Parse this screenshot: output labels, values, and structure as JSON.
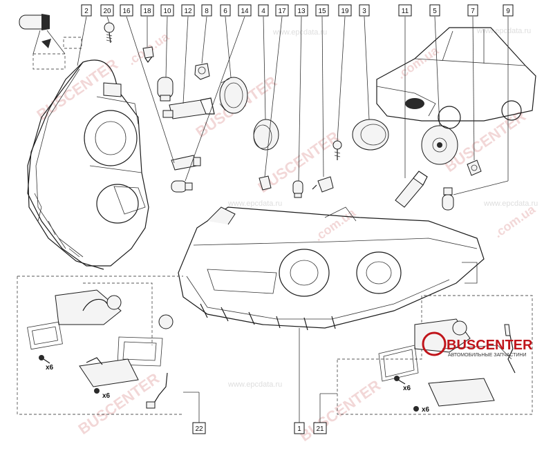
{
  "callouts": {
    "c1": "1",
    "c2": "2",
    "c3": "3",
    "c4": "4",
    "c5": "5",
    "c6": "6",
    "c7": "7",
    "c8": "8",
    "c9": "9",
    "c10": "10",
    "c11": "11",
    "c12": "12",
    "c13": "13",
    "c14": "14",
    "c15": "15",
    "c16": "16",
    "c17": "17",
    "c18": "18",
    "c19": "19",
    "c20": "20",
    "c21": "21",
    "c22": "22"
  },
  "quantities": {
    "left_screws": "x6",
    "left_small_screw": "x6",
    "right_screws": "x6",
    "right_small_screw": "x6"
  },
  "watermarks": {
    "brand": "BUSCENTER",
    "domain": ".com.ua",
    "epc": "www.epcdata.ru"
  },
  "logo": {
    "name": "BUSCENTER",
    "tagline": "АВТОМОБИЛЬНЫЕ ЗАПЧАСТИНИ"
  },
  "colors": {
    "watermark": "#e8b8b8",
    "logo_red": "#c0151b",
    "line": "#1a1a1a"
  }
}
